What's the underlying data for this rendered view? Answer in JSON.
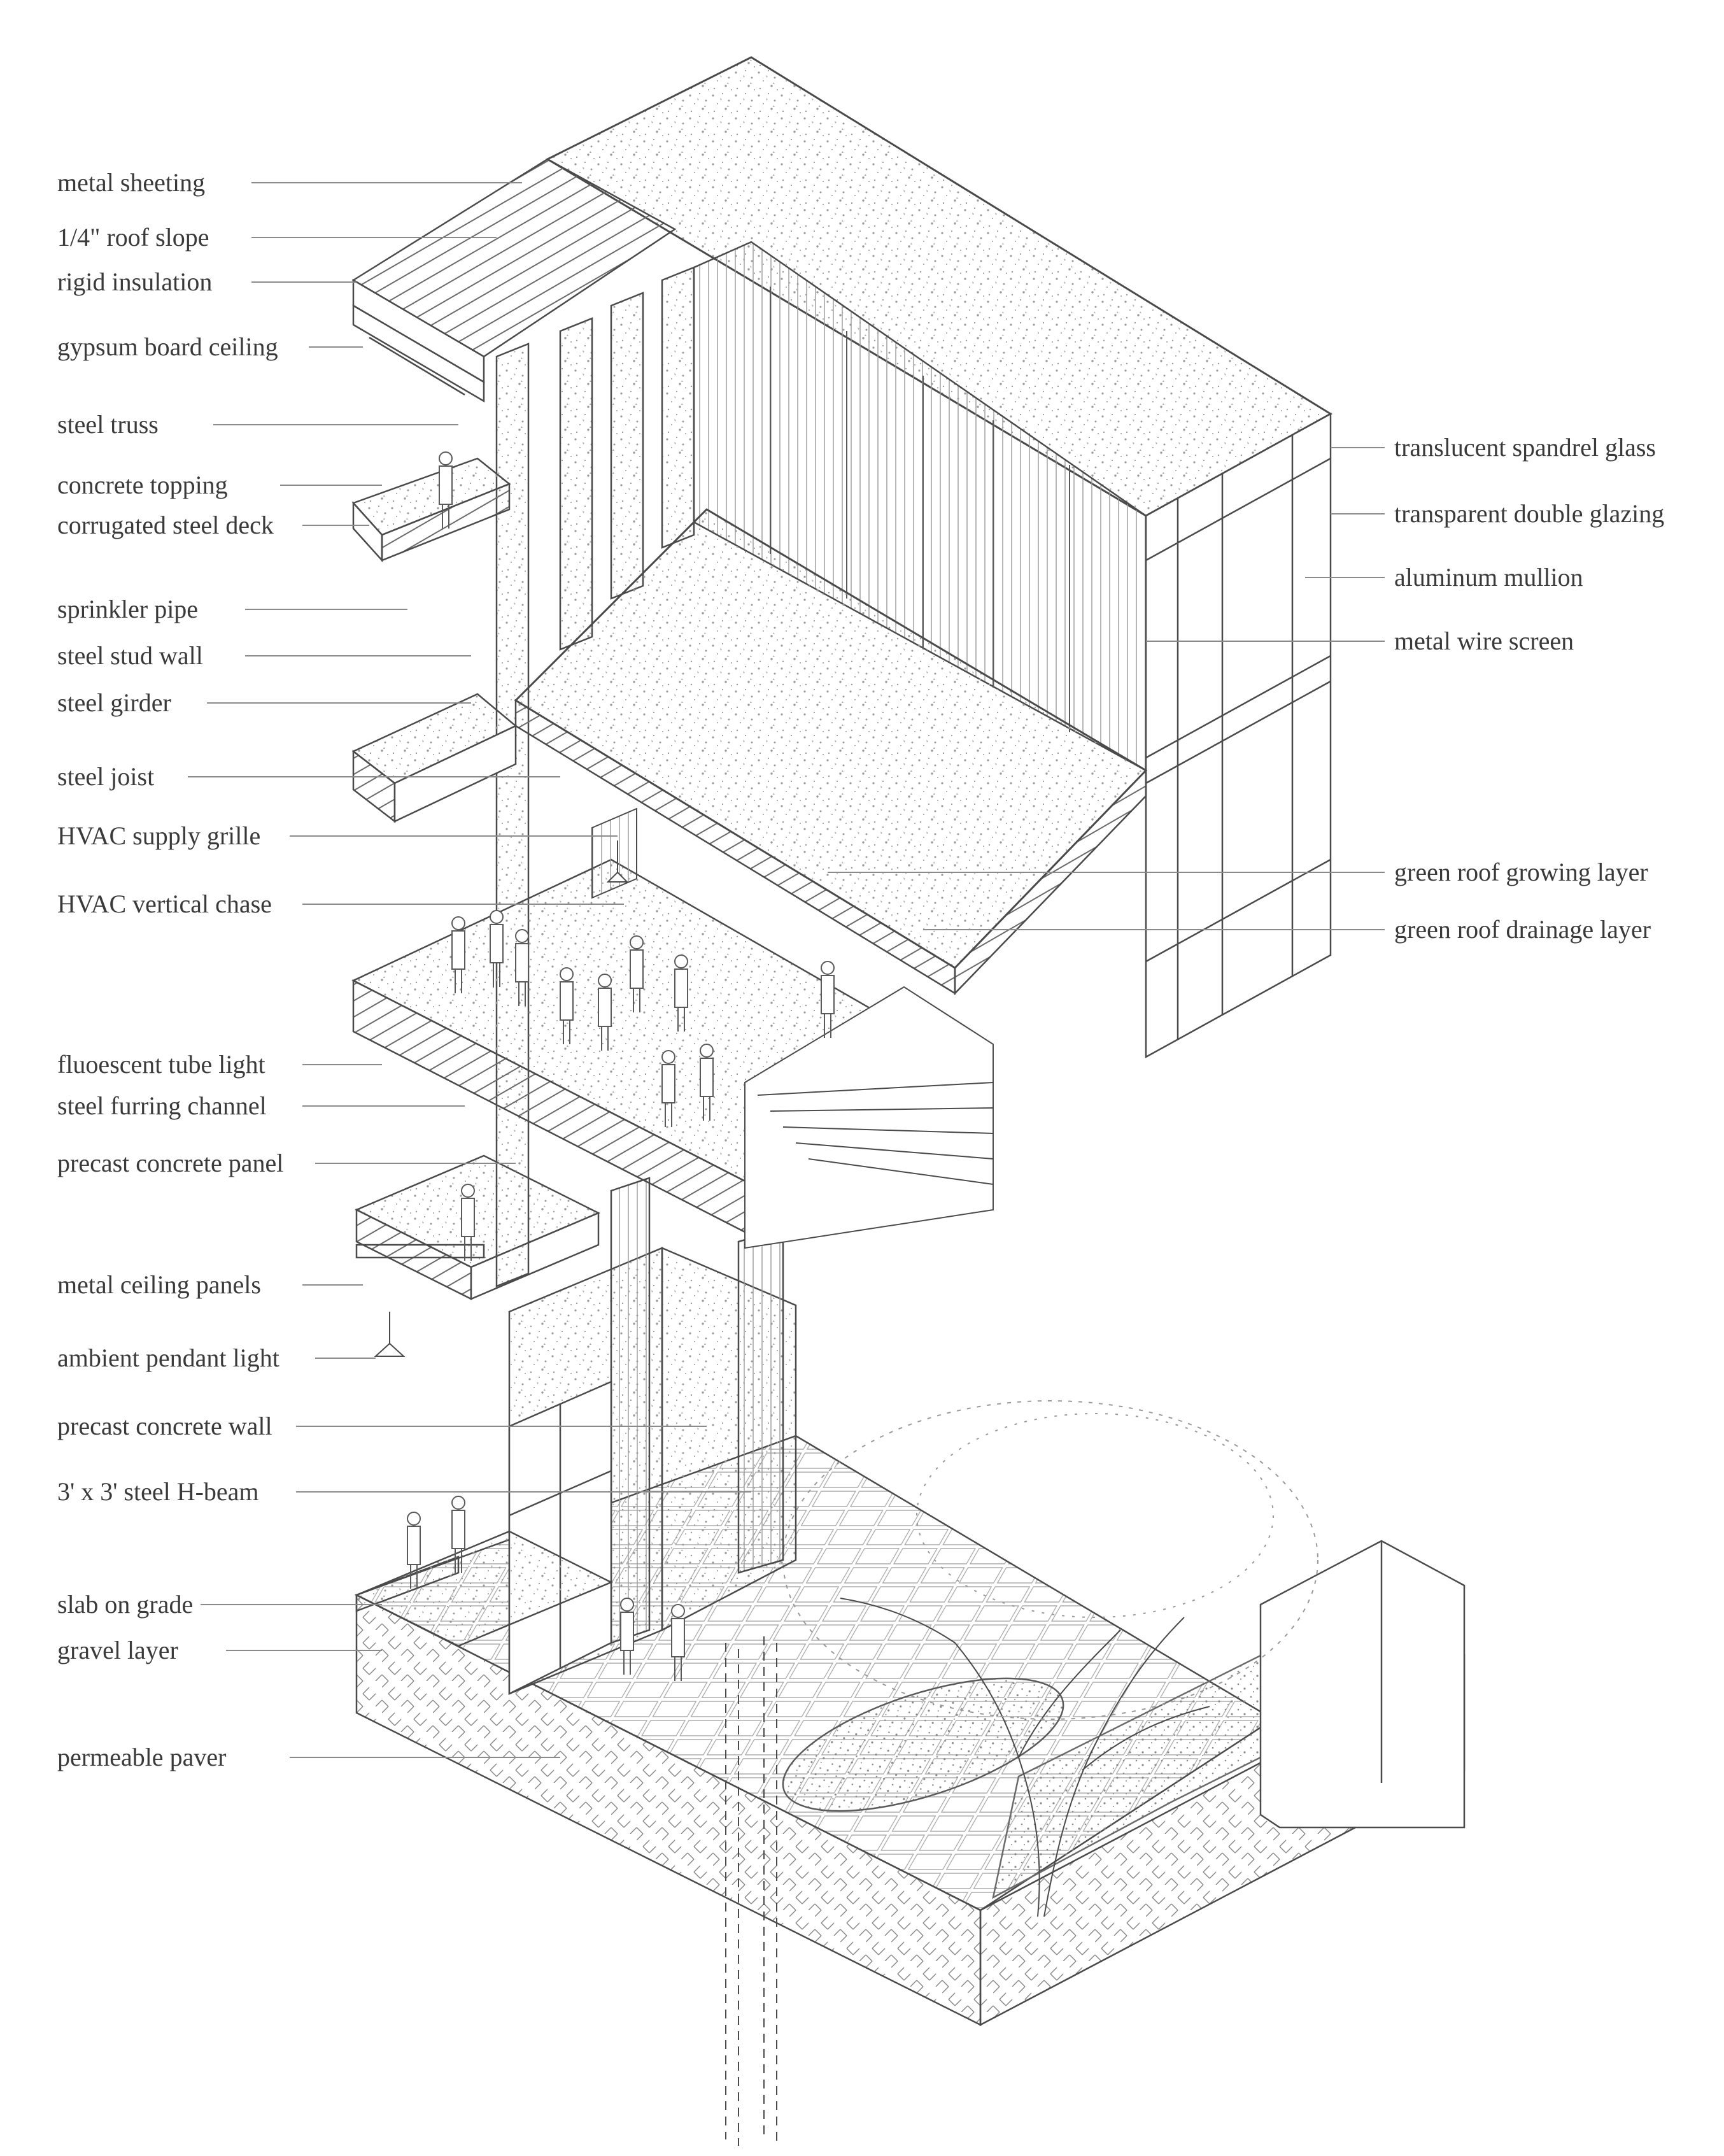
{
  "drawing": {
    "line_color": "#4a4a4a",
    "leader_color": "#8a8a8a",
    "speckle_color": "#9a9a9a",
    "background": "#ffffff"
  },
  "labels_left": [
    {
      "id": "metal-sheeting",
      "text": "metal sheeting"
    },
    {
      "id": "roof-slope",
      "text": "1/4\" roof slope"
    },
    {
      "id": "rigid-insulation",
      "text": "rigid insulation"
    },
    {
      "id": "gypsum-board-ceiling",
      "text": "gypsum board ceiling"
    },
    {
      "id": "steel-truss",
      "text": "steel truss"
    },
    {
      "id": "concrete-topping",
      "text": "concrete topping"
    },
    {
      "id": "corrugated-steel-deck",
      "text": "corrugated steel deck"
    },
    {
      "id": "sprinkler-pipe",
      "text": "sprinkler pipe"
    },
    {
      "id": "steel-stud-wall",
      "text": "steel stud wall"
    },
    {
      "id": "steel-girder",
      "text": "steel girder"
    },
    {
      "id": "steel-joist",
      "text": "steel joist"
    },
    {
      "id": "hvac-supply-grille",
      "text": "HVAC supply grille"
    },
    {
      "id": "hvac-vertical-chase",
      "text": "HVAC vertical chase"
    },
    {
      "id": "fluorescent-tube-light",
      "text": "fluoescent tube light"
    },
    {
      "id": "steel-furring-channel",
      "text": "steel furring channel"
    },
    {
      "id": "precast-concrete-panel",
      "text": "precast concrete panel"
    },
    {
      "id": "metal-ceiling-panels",
      "text": "metal ceiling panels"
    },
    {
      "id": "ambient-pendant-light",
      "text": "ambient pendant light"
    },
    {
      "id": "precast-concrete-wall",
      "text": "precast concrete wall"
    },
    {
      "id": "steel-h-beam",
      "text": "3' x 3' steel H-beam"
    },
    {
      "id": "slab-on-grade",
      "text": "slab on grade"
    },
    {
      "id": "gravel-layer",
      "text": "gravel layer"
    },
    {
      "id": "permeable-paver",
      "text": "permeable paver"
    }
  ],
  "labels_right": [
    {
      "id": "translucent-spandrel-glass",
      "text": "translucent spandrel glass"
    },
    {
      "id": "transparent-double-glazing",
      "text": "transparent double glazing"
    },
    {
      "id": "aluminum-mullion",
      "text": "aluminum mullion"
    },
    {
      "id": "metal-wire-screen",
      "text": "metal wire screen"
    },
    {
      "id": "green-roof-growing-layer",
      "text": "green roof growing layer"
    },
    {
      "id": "green-roof-drainage-layer",
      "text": "green roof drainage layer"
    }
  ]
}
